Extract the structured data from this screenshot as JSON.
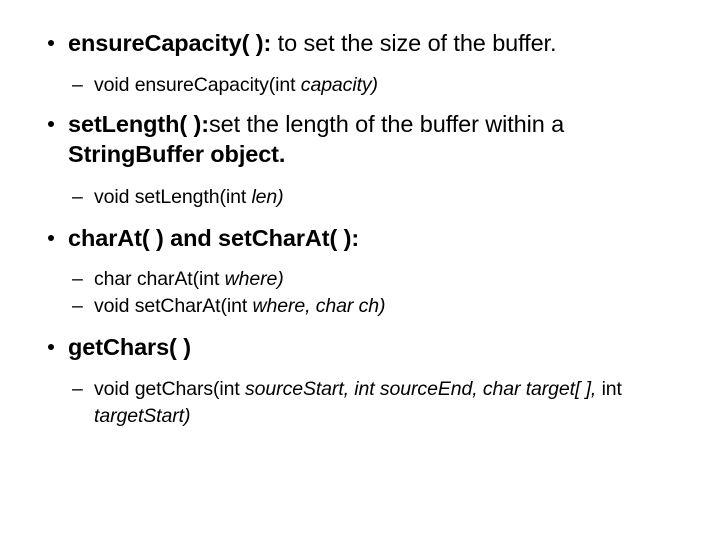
{
  "slide": {
    "bullet_glyph": "•",
    "dash_glyph": "–",
    "text_color": "#000000",
    "background_color": "#ffffff",
    "items": [
      {
        "id": "ensure-capacity",
        "level1": {
          "bold": "ensureCapacity( ):",
          "regular": " to set the size of the buffer."
        },
        "level2": [
          {
            "id": "ensure-capacity-sig",
            "parts": [
              {
                "style": "regular",
                "text": "void ensureCapacity(int "
              },
              {
                "style": "italic",
                "text": "capacity)"
              }
            ],
            "plain": "– void ensureCapacity(int capacity)"
          }
        ]
      },
      {
        "id": "set-length",
        "level1": {
          "bold": "setLength( ):",
          "regular": "set the length of the buffer within a ",
          "bold2": "StringBuffer object."
        },
        "level2": [
          {
            "id": "set-length-sig",
            "parts": [
              {
                "style": "regular",
                "text": "void setLength(int "
              },
              {
                "style": "italic",
                "text": "len)"
              }
            ],
            "plain": "– void setLength(int len)"
          }
        ]
      },
      {
        "id": "char-at",
        "level1": {
          "bold": "charAt( ) and setCharAt( ):",
          "regular": ""
        },
        "level2": [
          {
            "id": "char-at-sig",
            "parts": [
              {
                "style": "regular",
                "text": "char charAt(int "
              },
              {
                "style": "italic",
                "text": "where)"
              }
            ],
            "plain": "– char charAt(int where)"
          },
          {
            "id": "set-char-at-sig",
            "parts": [
              {
                "style": "regular",
                "text": "void setCharAt(int "
              },
              {
                "style": "italic",
                "text": "where, char ch)"
              }
            ],
            "plain": "– void setCharAt(int where, char ch)"
          }
        ]
      },
      {
        "id": "get-chars",
        "level1": {
          "bold": "getChars( )",
          "regular": ""
        },
        "level2": [
          {
            "id": "get-chars-sig",
            "parts": [
              {
                "style": "regular",
                "text": "void getChars(int "
              },
              {
                "style": "italic",
                "text": "sourceStart, int sourceEnd, char target[ ], "
              },
              {
                "style": "regular",
                "text": "int "
              },
              {
                "style": "italic",
                "text": "targetStart)"
              }
            ],
            "plain": "– void getChars(int sourceStart, int sourceEnd, char target[ ], int targetStart)"
          }
        ]
      }
    ]
  }
}
